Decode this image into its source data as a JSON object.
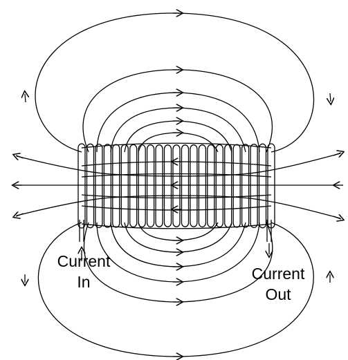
{
  "labels": {
    "current_in": [
      "Current",
      "In"
    ],
    "current_out": [
      "Current",
      "Out"
    ]
  },
  "colors": {
    "line": "#000000",
    "background": "#ffffff"
  },
  "solenoid": {
    "turns": 23
  }
}
